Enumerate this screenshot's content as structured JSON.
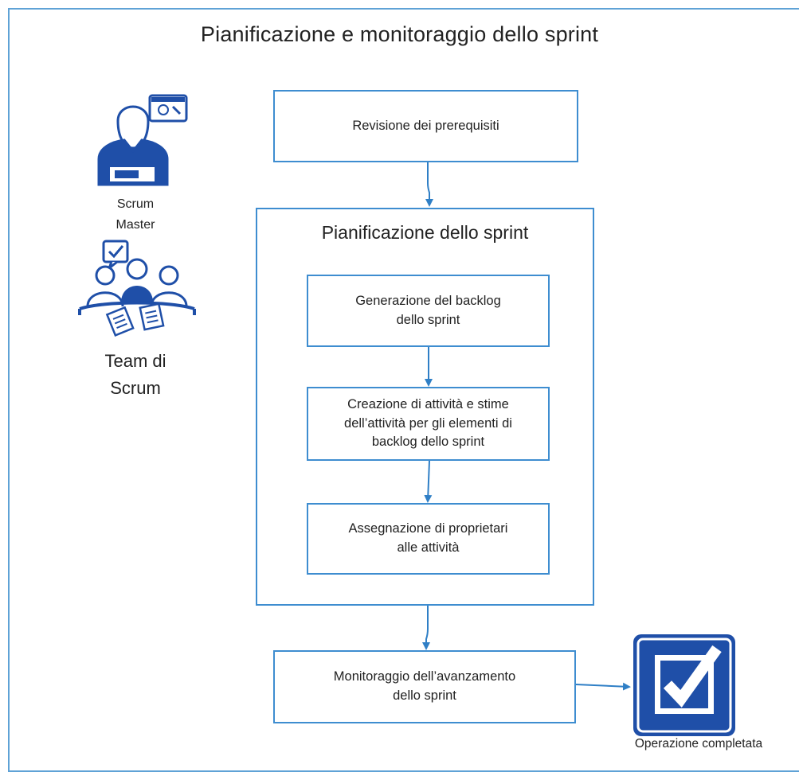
{
  "title": "Pianificazione e monitoraggio dello sprint",
  "roles": {
    "scrum_master": {
      "lines": [
        "Scrum",
        "Master"
      ],
      "icon": "scrum-master-icon"
    },
    "team": {
      "lines": [
        "Team di",
        "Scrum"
      ],
      "icon": "scrum-team-icon"
    }
  },
  "steps": {
    "review": {
      "lines": [
        "Revisione dei prerequisiti"
      ]
    },
    "planning_group": {
      "title": "Pianificazione dello sprint",
      "generate": {
        "lines": [
          "Generazione del backlog",
          "dello sprint"
        ]
      },
      "create": {
        "lines": [
          "Creazione di attività e stime",
          "dell’attività per gli elementi di",
          "backlog dello sprint"
        ]
      },
      "assign": {
        "lines": [
          "Assegnazione di proprietari",
          "alle attività"
        ]
      }
    },
    "monitor": {
      "lines": [
        "Monitoraggio dell’avanzamento",
        "dello sprint"
      ]
    }
  },
  "done": {
    "label": "Operazione completata",
    "icon": "checkbox-complete-icon"
  },
  "colors": {
    "border": "#3e8dd0",
    "accent": "#1f4fa8",
    "frame": "#5fa2d6"
  }
}
